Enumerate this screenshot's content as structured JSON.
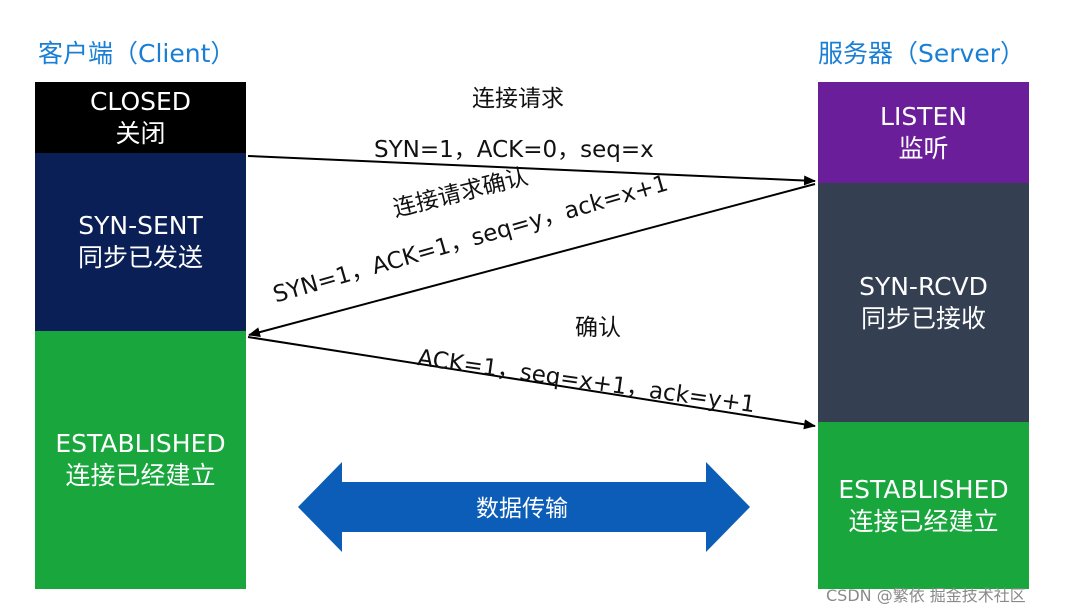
{
  "client": {
    "title": "客户端（Client）",
    "states": [
      {
        "en": "CLOSED",
        "zh": "关闭",
        "color": "#000000"
      },
      {
        "en": "SYN-SENT",
        "zh": "同步已发送",
        "color": "#0a1f56"
      },
      {
        "en": "ESTABLISHED",
        "zh": "连接已经建立",
        "color": "#18a63d"
      }
    ]
  },
  "server": {
    "title": "服务器（Server）",
    "states": [
      {
        "en": "LISTEN",
        "zh": "监听",
        "color": "#6a1e9a"
      },
      {
        "en": "SYN-RCVD",
        "zh": "同步已接收",
        "color": "#344052"
      },
      {
        "en": "ESTABLISHED",
        "zh": "连接已经建立",
        "color": "#18a63d"
      }
    ]
  },
  "messages": [
    {
      "title": "连接请求",
      "params": "SYN=1，ACK=0，seq=x"
    },
    {
      "title": "连接请求确认",
      "params": "SYN=1，ACK=1，seq=y，ack=x+1"
    },
    {
      "title": "确认",
      "params": "ACK=1，seq=x+1，ack=y+1"
    }
  ],
  "data_transfer": {
    "label": "数据传输",
    "color": "#0b5db8"
  },
  "watermark": "CSDN @繁依 掘金技术社区"
}
